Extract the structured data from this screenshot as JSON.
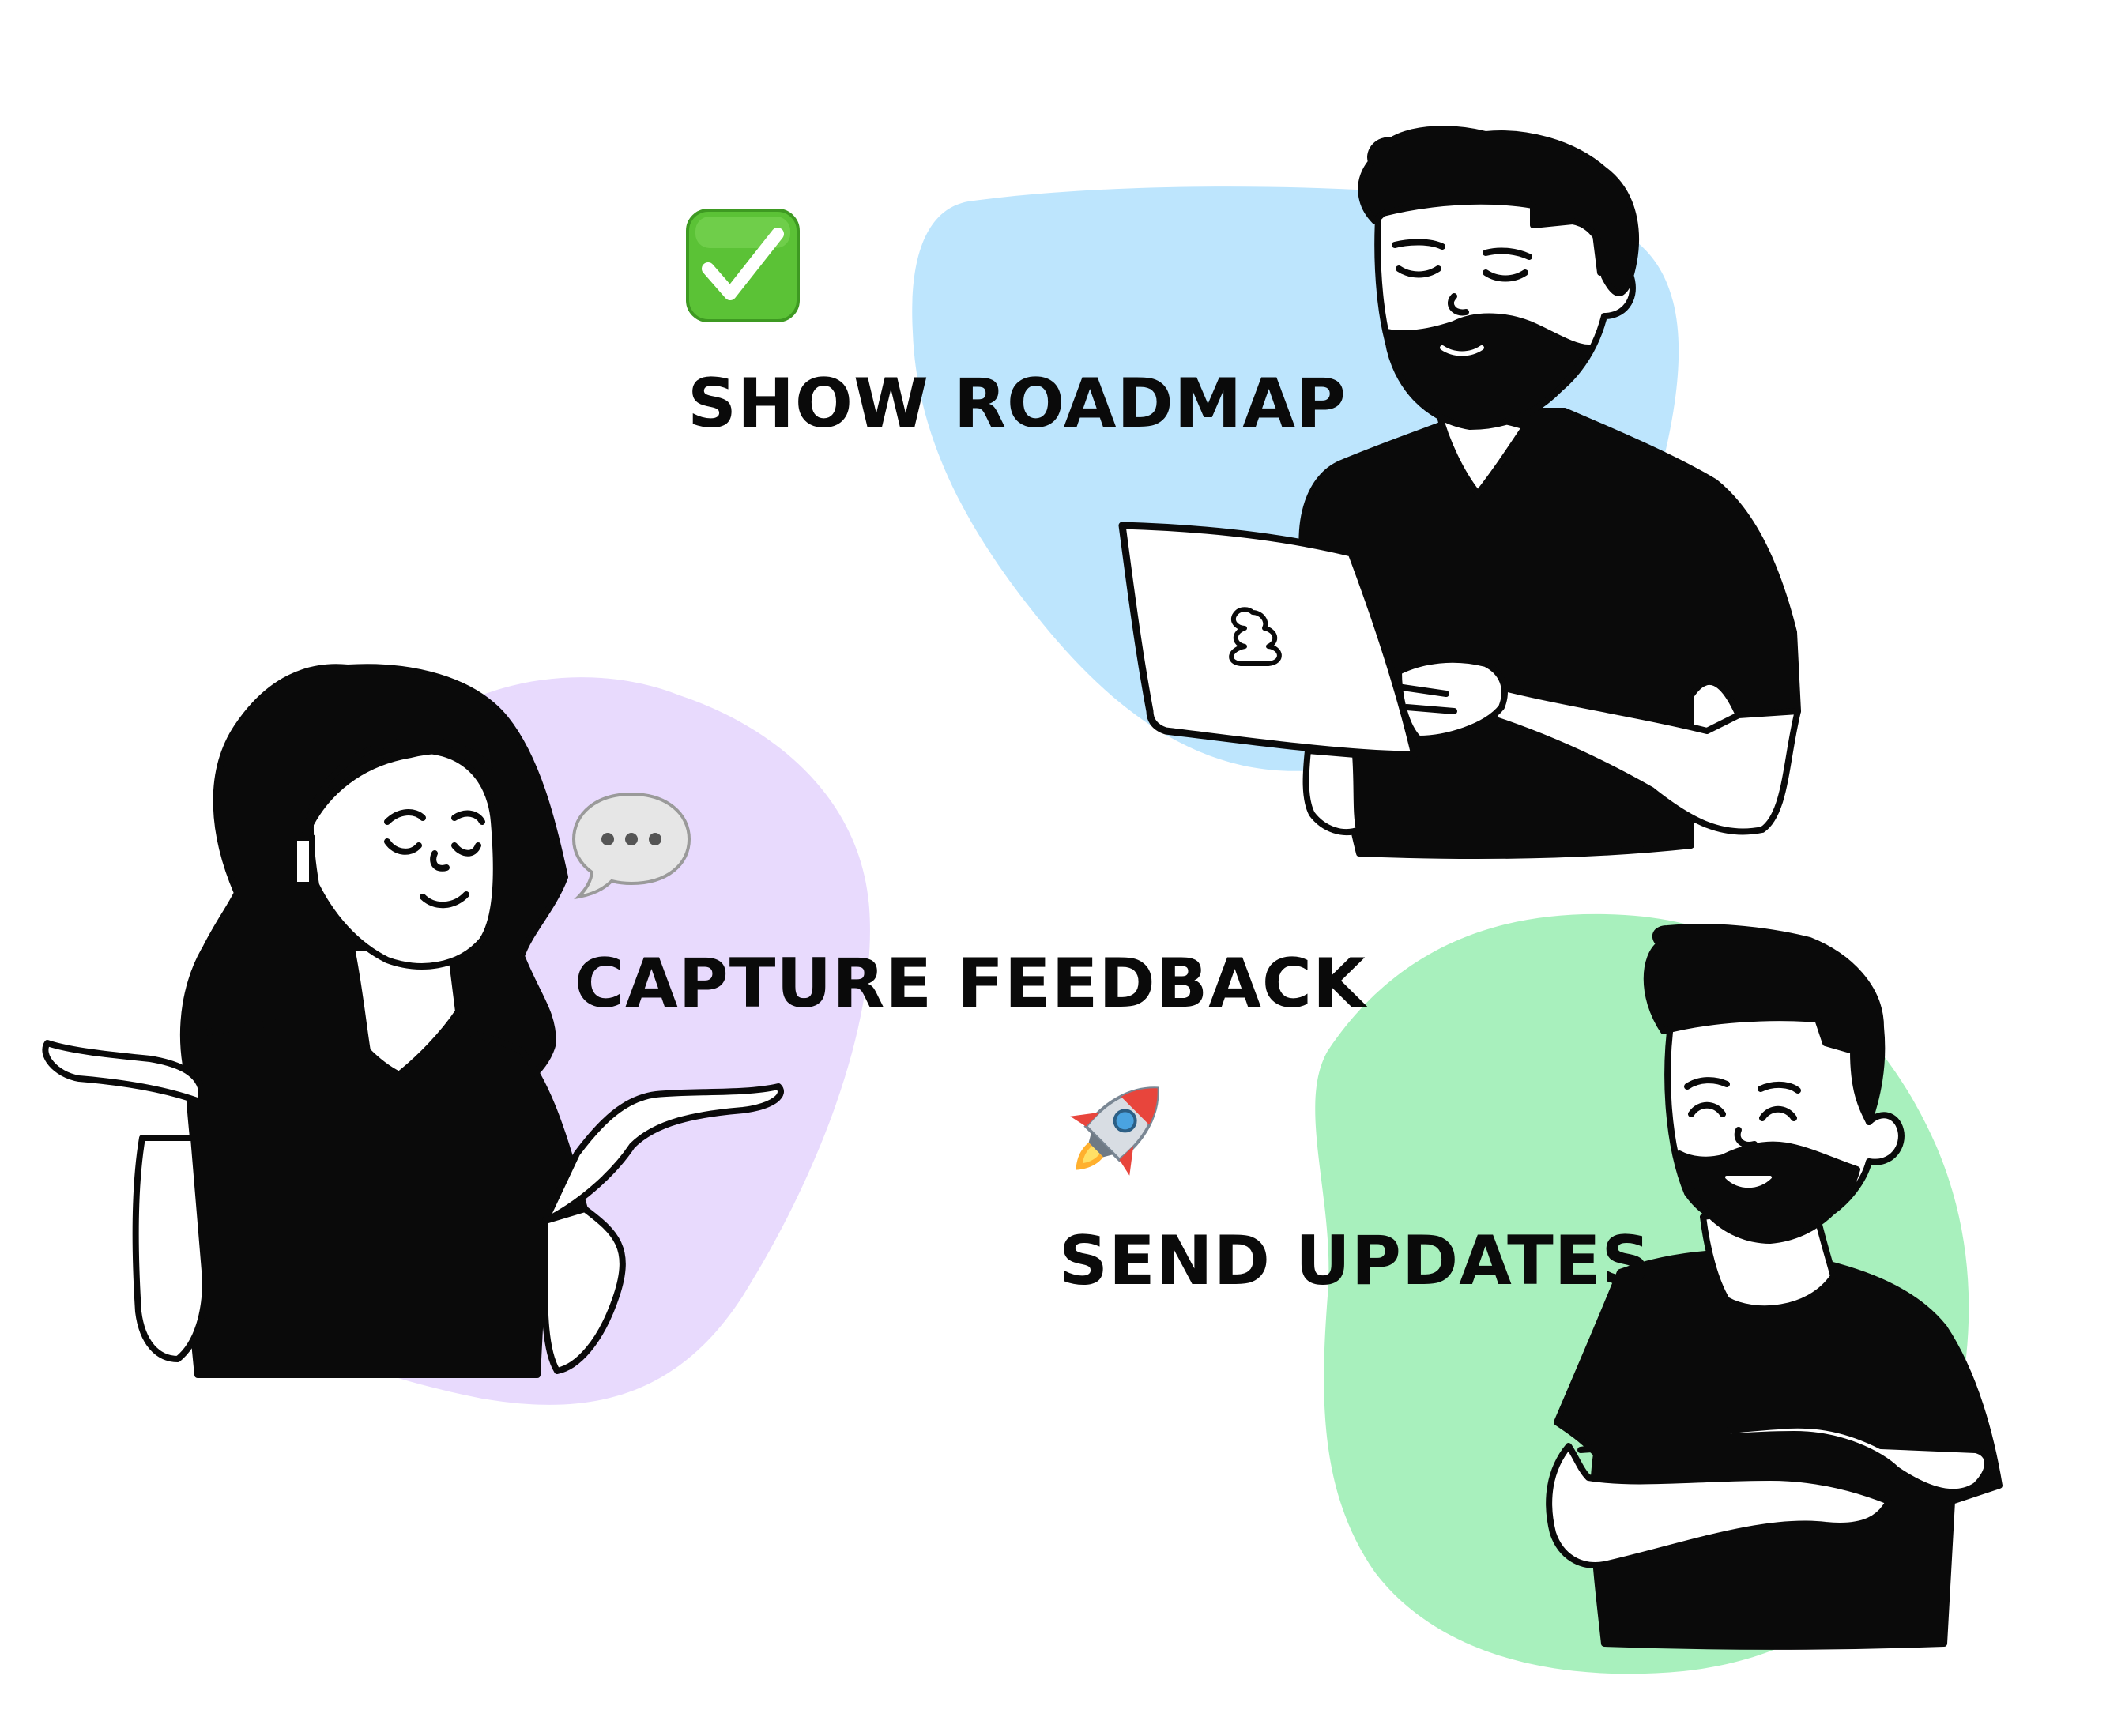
{
  "captions": {
    "roadmap": "SHOW ROADMAP",
    "feedback": "CAPTURE FEEDBACK",
    "updates": "SEND UPDATES"
  },
  "icons": {
    "roadmap": "check-mark-button-icon",
    "feedback": "speech-bubble-icon",
    "updates": "rocket-icon",
    "laptop_logo": "poop-logo-icon"
  },
  "colors": {
    "blob_blue": "#BDE5FD",
    "blob_purple": "#E8DAFD",
    "blob_green": "#A8F0BD",
    "ink": "#0a0a0a",
    "check_green": "#5BC236",
    "rocket_red": "#E8453C"
  }
}
